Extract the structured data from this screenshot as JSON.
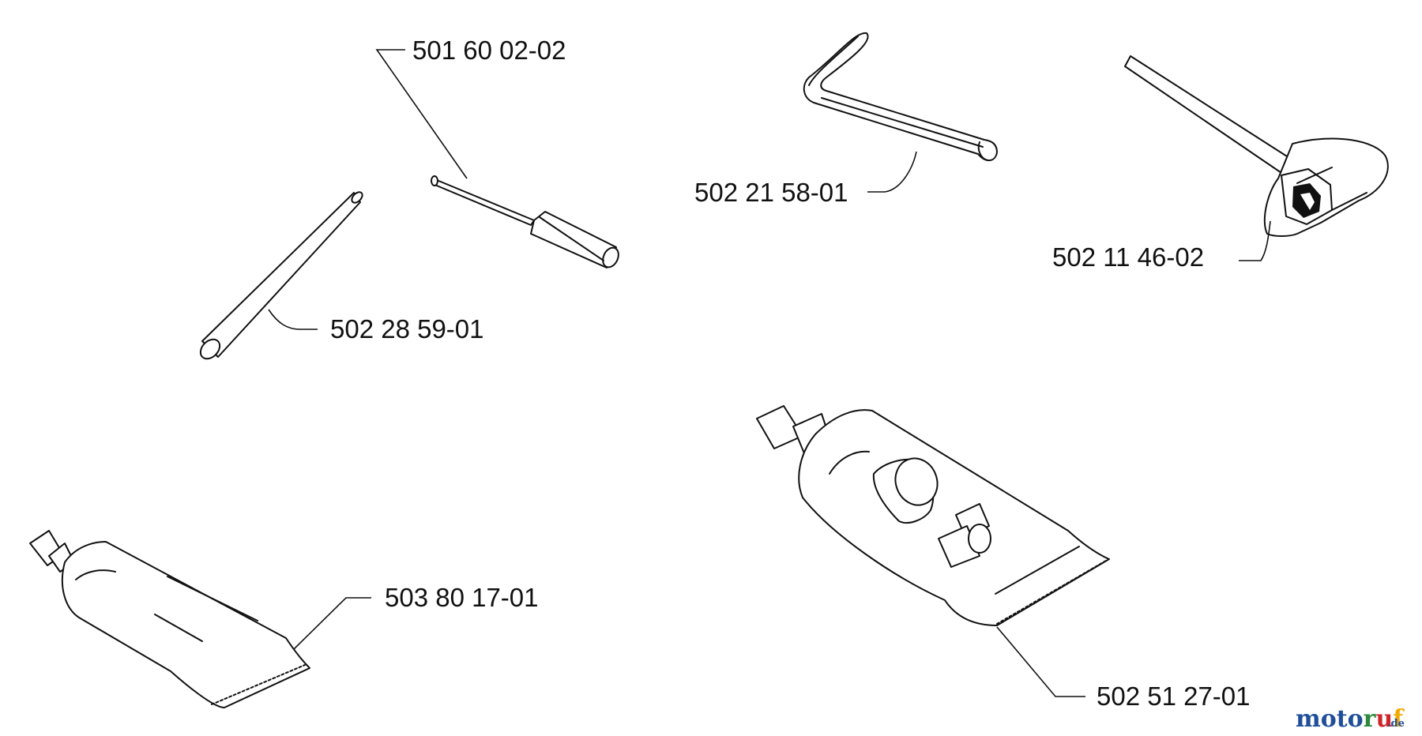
{
  "parts": [
    {
      "id": "screwdriver",
      "number": "501 60 02-02"
    },
    {
      "id": "hex-key",
      "number": "502 21 58-01"
    },
    {
      "id": "combination-spanner",
      "number": "502 11 46-02"
    },
    {
      "id": "rod",
      "number": "502 28 59-01"
    },
    {
      "id": "small-tube",
      "number": "503 80 17-01"
    },
    {
      "id": "large-tube",
      "number": "502 51 27-01"
    }
  ],
  "watermark": {
    "text": "motoruf",
    "suffix": ".de",
    "colors": [
      "#1f4e9a",
      "#1f4e9a",
      "#1f4e9a",
      "#1f4e9a",
      "#2a8a3e",
      "#d2232a",
      "#f2a900"
    ]
  }
}
